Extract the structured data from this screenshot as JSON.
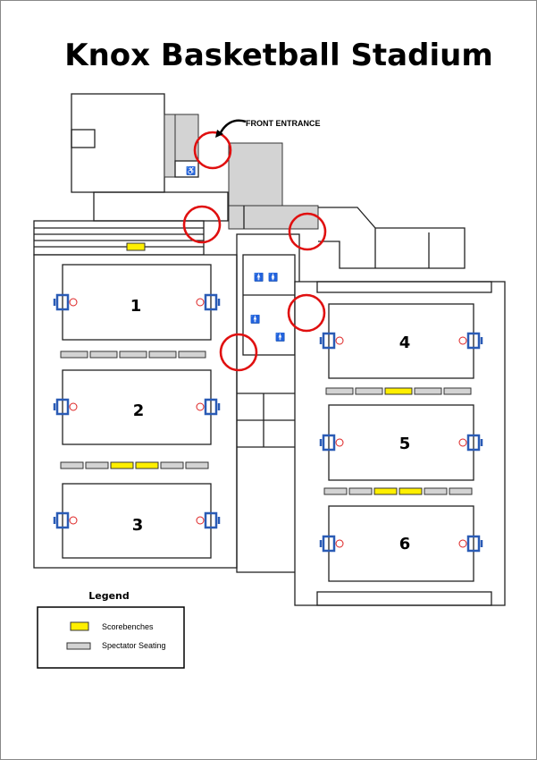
{
  "title": "Knox Basketball Stadium",
  "front_entrance_label": "FRONT ENTRANCE",
  "courts": [
    "1",
    "2",
    "3",
    "4",
    "5",
    "6"
  ],
  "legend": {
    "heading": "Legend",
    "items": [
      {
        "label": "Scorebenches",
        "color": "#ffef00"
      },
      {
        "label": "Spectator Seating",
        "color": "#d3d3d3"
      }
    ]
  },
  "colors": {
    "entrance_marker": "#e01010",
    "hoop": "#2a5bb5",
    "amenity_grey": "#c8c8c8"
  }
}
